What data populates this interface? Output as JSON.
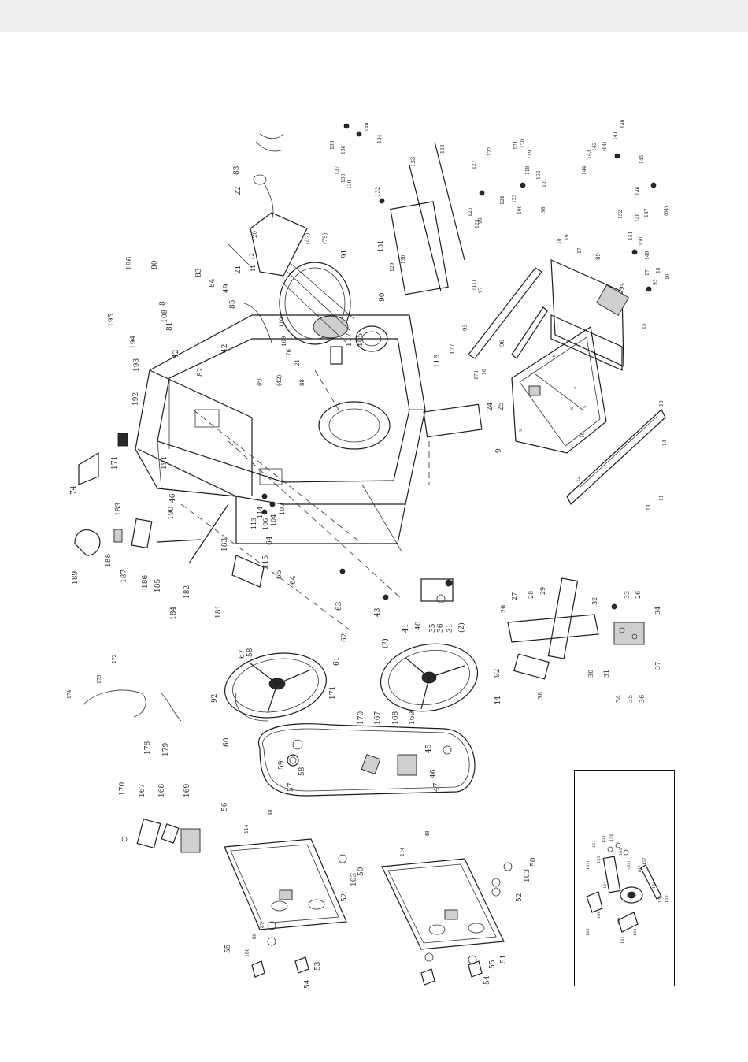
{
  "diagram": {
    "callouts": {
      "left_column": [
        "189",
        "188",
        "187",
        "186",
        "185",
        "184",
        "183",
        "183",
        "182",
        "181",
        "178",
        "179",
        "174",
        "173",
        "172",
        "170",
        "167",
        "168",
        "169",
        "55",
        "114",
        "48",
        "50",
        "103",
        "52",
        "180",
        "86",
        "87",
        "54",
        "53"
      ],
      "upper_left": [
        "74",
        "171",
        "191",
        "192",
        "193",
        "194",
        "195",
        "196",
        "80",
        "108",
        "8",
        "81",
        "42",
        "83",
        "84",
        "49",
        "85",
        "42",
        "82",
        "22",
        "83",
        "21",
        "20",
        "12",
        "11",
        "(42)",
        "(79)"
      ],
      "center": [
        "91",
        "90",
        "105",
        "117",
        "110",
        "109",
        "76",
        "21",
        "88",
        "(8)",
        "(42)",
        "113",
        "114",
        "106",
        "107",
        "104",
        "64",
        "65",
        "64",
        "115",
        "190",
        "46",
        "63",
        "43",
        "62",
        "61",
        "171",
        "(2)",
        "67",
        "58",
        "92",
        "60",
        "56",
        "59",
        "57",
        "58",
        "170",
        "167",
        "168",
        "169",
        "45",
        "46",
        "47",
        "44",
        "92",
        "114",
        "48",
        "50",
        "103",
        "52",
        "51",
        "55",
        "54",
        "41",
        "40",
        "35",
        "36",
        "31",
        "(2)"
      ],
      "upper_right": [
        "135",
        "136",
        "140",
        "134",
        "137",
        "138",
        "139",
        "132",
        "133",
        "131",
        "129",
        "130",
        "128",
        "127",
        "122",
        "121",
        "120",
        "119",
        "118",
        "102",
        "101",
        "100",
        "99",
        "98",
        "126",
        "125",
        "124",
        "123",
        "141",
        "140",
        "142",
        "143",
        "144",
        "145",
        "146",
        "147",
        "148",
        "(64)",
        "(64)",
        "152",
        "151",
        "150",
        "149",
        "17",
        "18",
        "19",
        "18",
        "19",
        "17",
        "93",
        "94",
        "89",
        "15",
        "(11)",
        "97",
        "95",
        "96",
        "177",
        "178",
        "16",
        "116",
        "24",
        "25",
        "9",
        "5",
        "4",
        "3",
        "2",
        "1",
        "7",
        "6",
        "10",
        "12",
        "13",
        "14",
        "11",
        "18"
      ],
      "lower_right": [
        "26",
        "27",
        "28",
        "29",
        "32",
        "33",
        "26",
        "34",
        "30",
        "31",
        "37",
        "34",
        "35",
        "36",
        "38"
      ]
    },
    "inset_labels": [
      "165",
      "166",
      "167",
      "168",
      "153",
      "154",
      "155",
      "156",
      "157",
      "158",
      "159",
      "160",
      "161",
      "162",
      "163",
      "164",
      "(103)",
      "(42)"
    ]
  }
}
